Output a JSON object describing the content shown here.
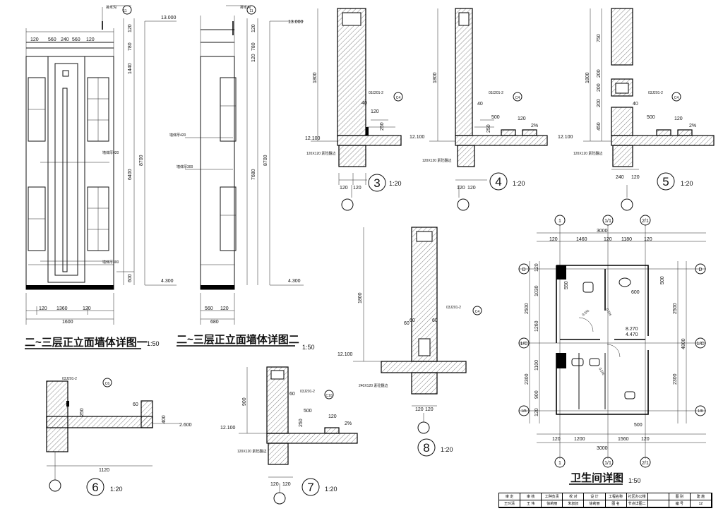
{
  "elev1": {
    "title": "二~三层正立面墙体详图一",
    "scale": "1:50",
    "top_dims": [
      "120",
      "560",
      "240",
      "560",
      "120"
    ],
    "side_dims": [
      "120",
      "780",
      "1440",
      "6400",
      "600"
    ],
    "total_dim": "8700",
    "level_top": "13.000",
    "level_bottom": "4.300",
    "bottom_dims": [
      "120",
      "1360",
      "120"
    ],
    "width_dim": "1600",
    "note_top": "排水沟",
    "ref": "11",
    "note_1": "墙体厚420",
    "note_2": "墙体厚300"
  },
  "elev2": {
    "title": "二~三层正立面墙体详图二",
    "scale": "1:50",
    "side_dims": [
      "120",
      "780",
      "120",
      "7680"
    ],
    "total_dim": "8700",
    "level_top": "13.000",
    "level_bottom": "4.300",
    "bottom_dims": [
      "560",
      "120"
    ],
    "width_dim": "680",
    "note_top": "排水沟",
    "ref": "11",
    "note_1": "墙体厚420",
    "note_2": "墙体厚300"
  },
  "d3": {
    "num": "3",
    "scale": "1:20",
    "h": "1800",
    "level": "12.100",
    "ref": "03J201-2",
    "ref_sheet": "C4",
    "note": "120X120 素砼翻边",
    "dims": [
      "40",
      "120",
      "250"
    ],
    "bottom": [
      "120",
      "120"
    ]
  },
  "d4": {
    "num": "4",
    "scale": "1:20",
    "h": "1800",
    "level": "12.100",
    "ref": "03J201-2",
    "ref_sheet": "C4",
    "note": "120X120 素砼翻边",
    "dims": [
      "40",
      "500",
      "250",
      "120",
      "2%"
    ],
    "bottom": [
      "120",
      "120"
    ]
  },
  "d5": {
    "num": "5",
    "scale": "1:20",
    "h": "1800",
    "level": "12.100",
    "ref": "03J201-2",
    "ref_sheet": "C4",
    "note": "120X120 素砼翻边",
    "dims": [
      "750",
      "200",
      "200",
      "200",
      "450",
      "40",
      "500",
      "120",
      "2%"
    ],
    "bottom": [
      "240",
      "120"
    ]
  },
  "d6": {
    "num": "6",
    "scale": "1:20",
    "level": "2.600",
    "ref": "03J201-2",
    "ref_sheet": "C6",
    "dims": [
      "250",
      "400",
      "60",
      "1120"
    ]
  },
  "d7": {
    "num": "7",
    "scale": "1:20",
    "h": "900",
    "level": "12.100",
    "ref": "03J201-2",
    "ref_sheet": "C10",
    "note": "120X120 素砼翻边",
    "dims": [
      "60",
      "500",
      "250",
      "120",
      "2%"
    ],
    "bottom": [
      "120",
      "120"
    ]
  },
  "d8": {
    "num": "8",
    "scale": "1:20",
    "h": "1800",
    "level": "12.100",
    "ref": "03J201-2",
    "ref_sheet": "C4",
    "note": "240X120 素砼翻边",
    "dims": [
      "60",
      "60",
      "60"
    ],
    "bottom": [
      "120",
      "120"
    ]
  },
  "wc": {
    "title": "卫生间详图",
    "scale": "1:50",
    "axes_top": [
      "1",
      "1/1",
      "2/1"
    ],
    "axes_side": [
      "D",
      "1/C",
      "1/B"
    ],
    "top_total": "3000",
    "top_dims": [
      "120",
      "1460",
      "120",
      "1180",
      "120"
    ],
    "bottom_total": "3000",
    "bottom_dims": [
      "120",
      "1200",
      "1560",
      "120"
    ],
    "left_total_1": "2500",
    "left_total_2": "2300",
    "right_total": "4800",
    "left_dims": [
      "120",
      "1030",
      "1260",
      "1100",
      "900",
      "120"
    ],
    "right_dims": [
      "500",
      "550",
      "2500",
      "2300"
    ],
    "levels": [
      "8.270",
      "4.470"
    ],
    "slope": "0.5%",
    "dim_600": "600",
    "dim_500": "500"
  },
  "titleblock": [
    "审 定",
    "审 核",
    "工种负责",
    "校 对",
    "设 计",
    "工程名称",
    "社区办公楼",
    "",
    "图 别",
    "建 施",
    "王玲清",
    "王 伟",
    "徐莉丽",
    "朱叔叔",
    "徐莉丽",
    "图 名",
    "节点详图二",
    "",
    "编 号",
    "12"
  ]
}
